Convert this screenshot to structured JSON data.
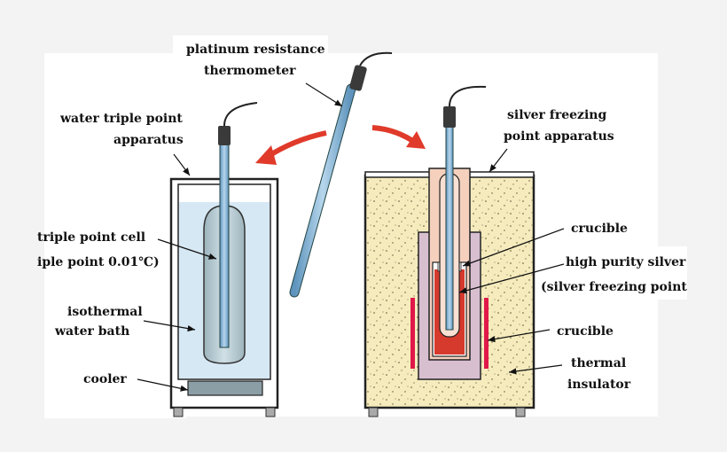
{
  "labels": {
    "thermometer_line1": "platinum resistance",
    "thermometer_line2": "thermometer",
    "water_apparatus_line1": "water triple point",
    "water_apparatus_line2": "apparatus",
    "silver_apparatus_line1": "silver freezing",
    "silver_apparatus_line2": "point apparatus",
    "triple_point_cell": "triple point cell",
    "triple_point_value": "iple point 0.01℃)",
    "bath_line1": "isothermal",
    "bath_line2": "water bath",
    "cooler": "cooler",
    "crucible_upper": "crucible",
    "silver_line1": "high purity silver",
    "silver_line2": "(silver freezing point",
    "crucible_lower": "crucible",
    "insulator_line1": "thermal",
    "insulator_line2": "insulator"
  },
  "colors": {
    "background": "#f3f3f3",
    "water": "#d6e8f4",
    "cell": "#b4c8cf",
    "rod": "#7fb3d6",
    "cooler": "#8c9ea5",
    "insulator": "#f5ebbd",
    "inner_tube": "#f4d0bd",
    "crucible": "#d8bfd0",
    "molten_silver": "#d63a2c",
    "heater": "#e0194a",
    "arrow": "#e03a2a"
  }
}
